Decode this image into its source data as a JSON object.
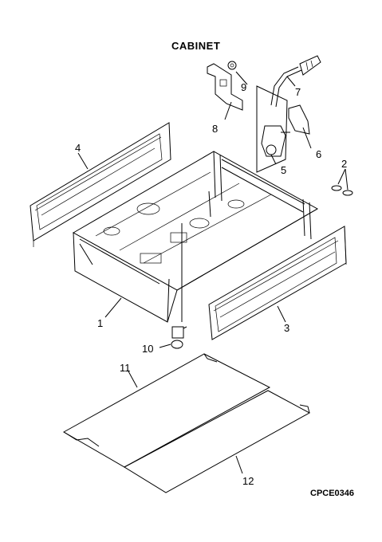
{
  "diagram": {
    "title": "CABINET",
    "drawing_code": "CPCE0346",
    "callouts": [
      {
        "id": "1",
        "label": "1"
      },
      {
        "id": "2",
        "label": "2"
      },
      {
        "id": "3",
        "label": "3"
      },
      {
        "id": "4",
        "label": "4"
      },
      {
        "id": "5",
        "label": "5"
      },
      {
        "id": "6",
        "label": "6"
      },
      {
        "id": "7",
        "label": "7"
      },
      {
        "id": "8",
        "label": "8"
      },
      {
        "id": "9",
        "label": "9"
      },
      {
        "id": "10",
        "label": "10"
      },
      {
        "id": "11",
        "label": "11"
      },
      {
        "id": "12",
        "label": "12"
      }
    ]
  }
}
